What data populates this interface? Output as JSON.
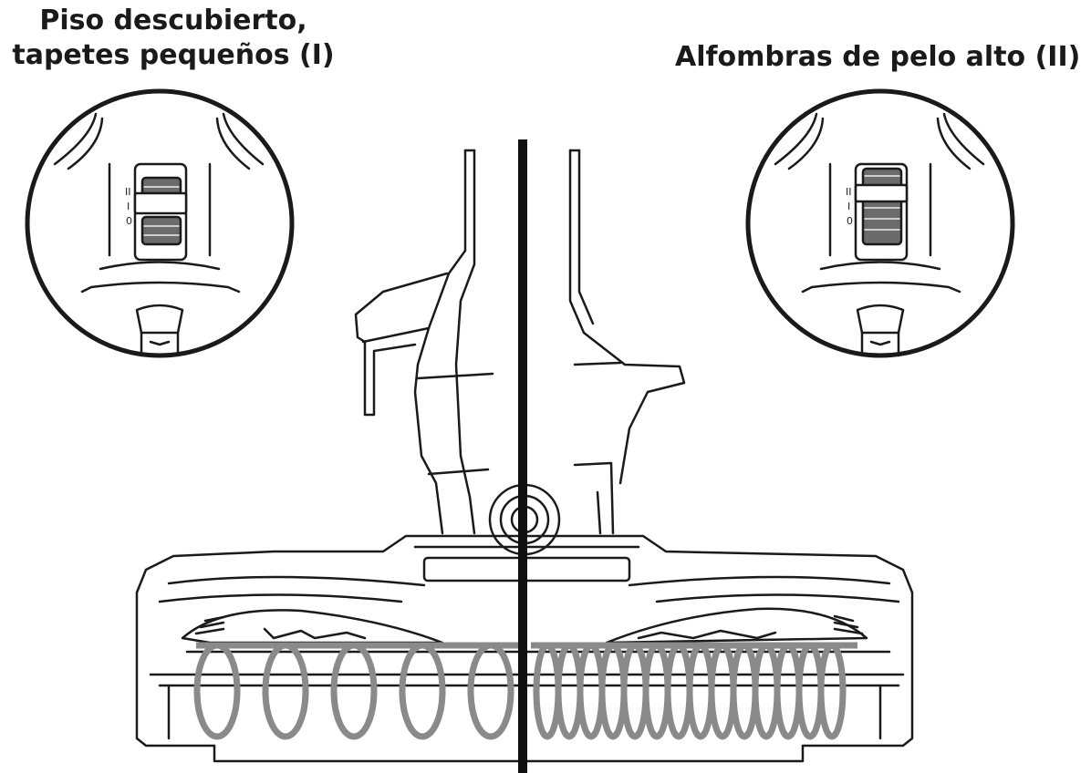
{
  "labels": {
    "left_line1": "Piso descubierto,",
    "left_line2": "tapetes pequeños (I)",
    "right": "Alfombras de pelo alto (II)"
  },
  "switch_positions": [
    "II",
    "I",
    "0"
  ],
  "modes": [
    {
      "name": "Piso descubierto, tapetes pequeños",
      "setting": "I",
      "brushroll_coil": "wide spacing"
    },
    {
      "name": "Alfombras de pelo alto",
      "setting": "II",
      "brushroll_coil": "tight spacing"
    }
  ],
  "colors": {
    "outline": "#1a1a1a",
    "coil": "#8a8a8a",
    "divider": "#111111",
    "switch_fill": "#6b6b6b"
  }
}
